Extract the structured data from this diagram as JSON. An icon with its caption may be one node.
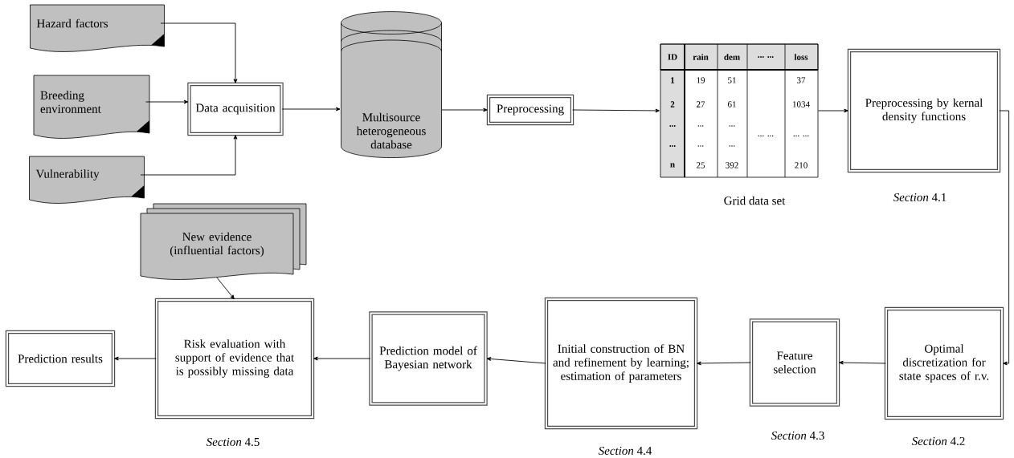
{
  "diagram": {
    "nodes": [
      {
        "text": [
          "Hazard factors"
        ]
      },
      {
        "text": [
          "Breeding environment"
        ]
      },
      {
        "text": [
          "Vulnerability"
        ]
      },
      {
        "text": [
          "Data acquisition"
        ]
      },
      {
        "text": [
          "Multisource heterogeneous database"
        ]
      },
      {
        "text": [
          "Preprocessing"
        ]
      },
      {
        "text": [],
        "shape": "box",
        "beside": [
          "Grid data set"
        ]
      },
      {
        "text": [
          "Preprocessing by kernal density functions"
        ],
        "beside": [
          "*Section* 4.1"
        ]
      },
      {
        "text": [
          "Optimal discretization for state spaces of r.v."
        ],
        "beside": [
          "*Section* 4.2"
        ]
      },
      {
        "text": [
          "Feature selection"
        ],
        "beside": [
          "*Section* 4.3"
        ]
      },
      {
        "text": [
          "Initial construction of BN and refinement by learning; estimation of parameters"
        ],
        "beside": [
          "*Section* 4.4"
        ]
      },
      {
        "text": [
          "Prediction model of Bayesian network"
        ]
      },
      {
        "text": [
          "Risk evaluation with support of evidence that is possibly missing data"
        ],
        "beside": [
          "*Section* 4.5"
        ]
      },
      {
        "text": [
          "Prediction results"
        ]
      },
      {
        "text": [
          "New evidence (influential factors)"
        ]
      }
    ],
    "edges": [
      {
        "from": 0,
        "to": 3,
        "arrow": "to"
      },
      {
        "from": 1,
        "to": 3,
        "arrow": "to"
      },
      {
        "from": 2,
        "to": 3,
        "arrow": "to"
      },
      {
        "from": 3,
        "to": 4,
        "arrow": "to"
      },
      {
        "from": 4,
        "to": 5,
        "arrow": "to"
      },
      {
        "from": 5,
        "to": 6,
        "arrow": "to"
      },
      {
        "from": 6,
        "to": 7,
        "arrow": "to"
      },
      {
        "from": 7,
        "to": 8,
        "arrow": "to"
      },
      {
        "from": 8,
        "to": 9,
        "arrow": "to"
      },
      {
        "from": 9,
        "to": 10,
        "arrow": "to"
      },
      {
        "from": 10,
        "to": 11,
        "arrow": "to"
      },
      {
        "from": 11,
        "to": 12,
        "arrow": "to"
      },
      {
        "from": 12,
        "to": 13,
        "arrow": "to"
      },
      {
        "from": 14,
        "to": 12,
        "arrow": "to"
      }
    ],
    "labels": [
      "ID",
      "rain",
      "dem",
      "... ...",
      "loss",
      "1",
      "19",
      "51",
      "37",
      "2",
      "27",
      "61",
      "1034",
      "...",
      "...",
      "...",
      "... ...",
      "... ...",
      "...",
      "...",
      "...",
      "n",
      "25",
      "392",
      "210"
    ]
  }
}
